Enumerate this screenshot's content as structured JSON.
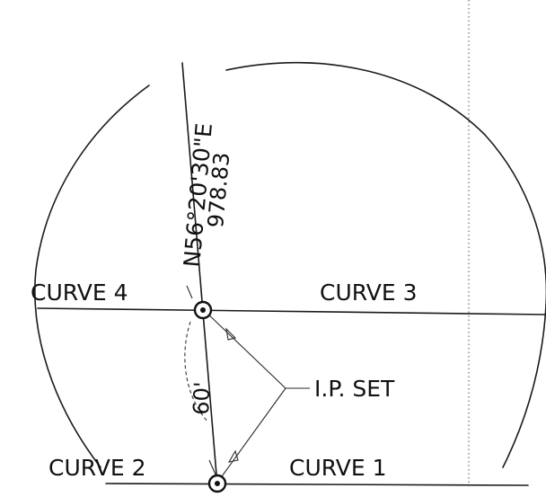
{
  "labels": {
    "bearing": "N56°20'30\"E",
    "distance": "978.83",
    "offset": "60'",
    "ip_set": "I.P. SET",
    "curve_1": "CURVE 1",
    "curve_2": "CURVE 2",
    "curve_3": "CURVE 3",
    "curve_4": "CURVE 4"
  }
}
